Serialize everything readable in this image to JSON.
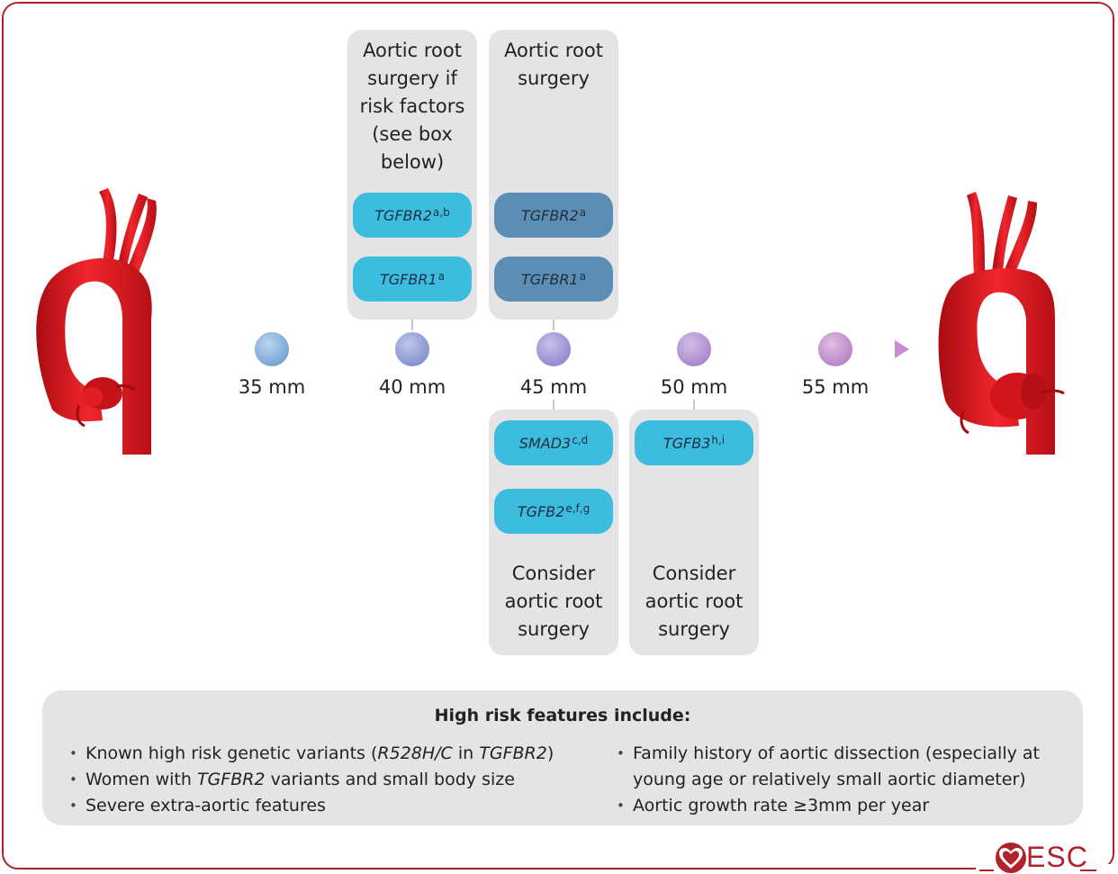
{
  "timeline": {
    "markers": [
      "35 mm",
      "40 mm",
      "45 mm",
      "50 mm",
      "55 mm"
    ]
  },
  "columns": {
    "c40_top": {
      "heading": [
        "Aortic root",
        "surgery if",
        "risk factors",
        "(see box",
        "below)"
      ],
      "pills": [
        {
          "gene": "TGFBR2",
          "sup": "a,b"
        },
        {
          "gene": "TGFBR1",
          "sup": "a"
        }
      ]
    },
    "c45_top": {
      "heading": [
        "Aortic root",
        "surgery"
      ],
      "pills": [
        {
          "gene": "TGFBR2",
          "sup": "a"
        },
        {
          "gene": "TGFBR1",
          "sup": "a"
        }
      ]
    },
    "c45_bottom": {
      "pills": [
        {
          "gene": "SMAD3",
          "sup": "c,d"
        },
        {
          "gene": "TGFB2",
          "sup": "e,f,g"
        }
      ],
      "footer": [
        "Consider",
        "aortic root",
        "surgery"
      ]
    },
    "c50_bottom": {
      "pills": [
        {
          "gene": "TGFB3",
          "sup": "h,i"
        }
      ],
      "footer": [
        "Consider",
        "aortic root",
        "surgery"
      ]
    }
  },
  "risk_box": {
    "title": "High risk features include:",
    "left_items": [
      {
        "pre": "Known high risk genetic variants (",
        "italic": "R528H/C",
        "mid": " in ",
        "italic2": "TGFBR2",
        "post": ")"
      },
      {
        "pre": "Women with ",
        "italic": "TGFBR2",
        "post": " variants and small body size"
      },
      {
        "pre": "Severe extra-aortic features"
      }
    ],
    "right_items": [
      "Family history of aortic dissection (especially at young age or relatively small aortic diameter)",
      "Aortic growth rate ≥3mm per year"
    ]
  },
  "logo": {
    "text": "ESC"
  },
  "colors": {
    "frame": "#b0232a",
    "panel": "#e4e4e6",
    "pill_light": "#3cbcde",
    "pill_dark": "#5c8eb5",
    "aorta": "#e0181e"
  }
}
